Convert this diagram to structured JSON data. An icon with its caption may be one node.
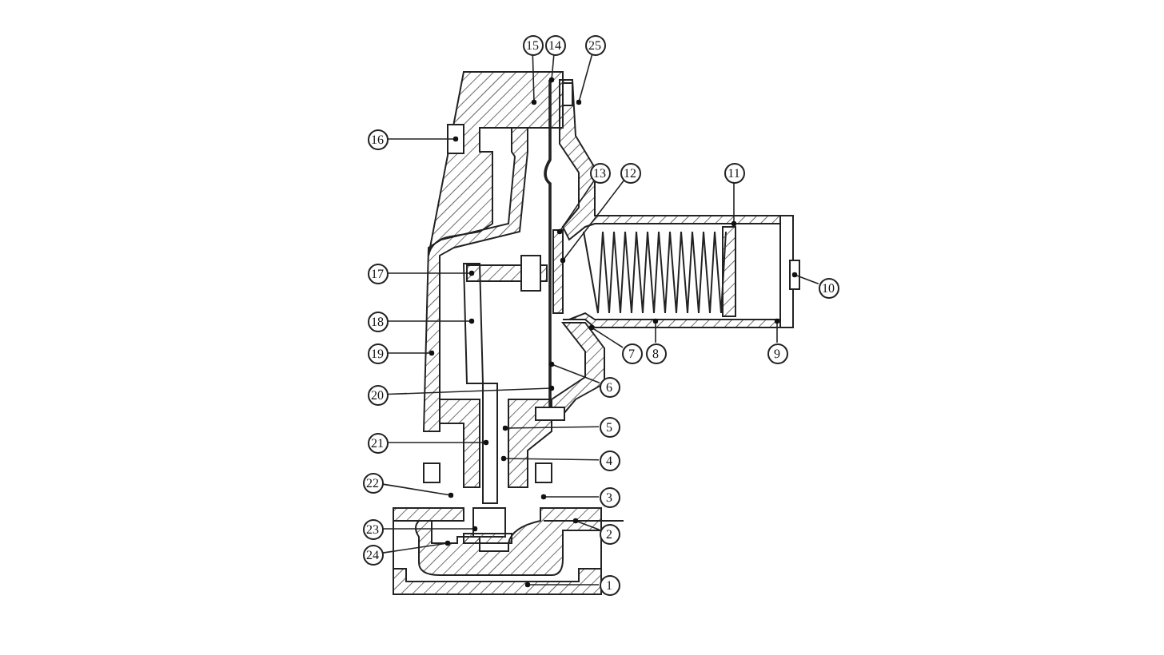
{
  "diagram": {
    "nodes": [
      {
        "text": [
          "1"
        ]
      },
      {
        "text": [
          "2"
        ]
      },
      {
        "text": [
          "3"
        ]
      },
      {
        "text": [
          "4"
        ]
      },
      {
        "text": [
          "5"
        ]
      },
      {
        "text": [
          "6"
        ]
      },
      {
        "text": [
          "7"
        ]
      },
      {
        "text": [
          "8"
        ]
      },
      {
        "text": [
          "9"
        ]
      },
      {
        "text": [
          "10"
        ]
      },
      {
        "text": [
          "11"
        ]
      },
      {
        "text": [
          "12"
        ]
      },
      {
        "text": [
          "13"
        ]
      },
      {
        "text": [
          "14"
        ]
      },
      {
        "text": [
          "15"
        ]
      },
      {
        "text": [
          "16"
        ]
      },
      {
        "text": [
          "17"
        ]
      },
      {
        "text": [
          "18"
        ]
      },
      {
        "text": [
          "19"
        ]
      },
      {
        "text": [
          "20"
        ]
      },
      {
        "text": [
          "21"
        ]
      },
      {
        "text": [
          "22"
        ]
      },
      {
        "text": [
          "23"
        ]
      },
      {
        "text": [
          "24"
        ]
      },
      {
        "text": [
          "25"
        ]
      }
    ],
    "edges": [
      {
        "from": 0,
        "to": null,
        "arrow": "other"
      },
      {
        "from": 1,
        "to": null,
        "arrow": "other"
      },
      {
        "from": 2,
        "to": null,
        "arrow": "other"
      },
      {
        "from": 3,
        "to": null,
        "arrow": "other"
      },
      {
        "from": 4,
        "to": null,
        "arrow": "other"
      },
      {
        "from": 5,
        "to": null,
        "arrow": "other"
      },
      {
        "from": 6,
        "to": null,
        "arrow": "other"
      },
      {
        "from": 7,
        "to": null,
        "arrow": "other"
      },
      {
        "from": 8,
        "to": null,
        "arrow": "other"
      },
      {
        "from": 9,
        "to": null,
        "arrow": "other"
      },
      {
        "from": 10,
        "to": null,
        "arrow": "other"
      },
      {
        "from": 11,
        "to": null,
        "arrow": "other"
      },
      {
        "from": 12,
        "to": null,
        "arrow": "other"
      },
      {
        "from": 13,
        "to": null,
        "arrow": "other"
      },
      {
        "from": 14,
        "to": null,
        "arrow": "other"
      },
      {
        "from": 15,
        "to": null,
        "arrow": "other"
      },
      {
        "from": 16,
        "to": null,
        "arrow": "other"
      },
      {
        "from": 17,
        "to": null,
        "arrow": "other"
      },
      {
        "from": 18,
        "to": null,
        "arrow": "other"
      },
      {
        "from": 19,
        "to": null,
        "arrow": "other"
      },
      {
        "from": 20,
        "to": null,
        "arrow": "other"
      },
      {
        "from": 21,
        "to": null,
        "arrow": "other"
      },
      {
        "from": 22,
        "to": null,
        "arrow": "other"
      },
      {
        "from": 23,
        "to": null,
        "arrow": "other"
      },
      {
        "from": 24,
        "to": null,
        "arrow": "other"
      }
    ]
  }
}
